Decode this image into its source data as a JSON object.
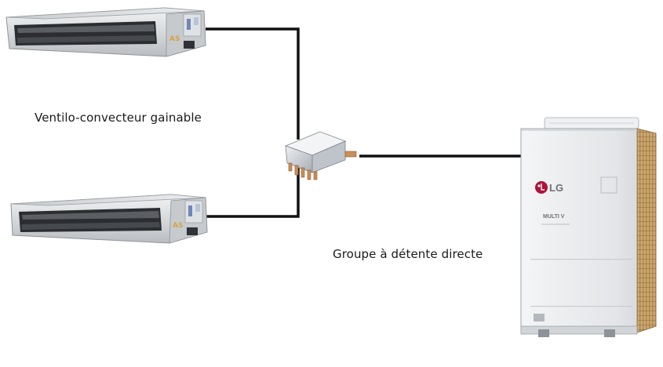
{
  "labels": {
    "fan_coil": "Ventilo-convecteur gainable",
    "outdoor_unit": "Groupe à détente directe"
  },
  "brand": {
    "logo_text": "LG",
    "logo_color": "#b0103a"
  },
  "colors": {
    "pipe": "#111111",
    "unit_body": "#d9dcdf",
    "unit_shadow": "#9a9ea3",
    "cabinet": "#e6e8ea",
    "fins": "#c9a46a"
  },
  "icons": {
    "indoor_unit": "ducted-fan-coil-unit",
    "branch_box": "refrigerant-distribution-box",
    "outdoor_unit": "vrf-outdoor-condensing-unit"
  }
}
